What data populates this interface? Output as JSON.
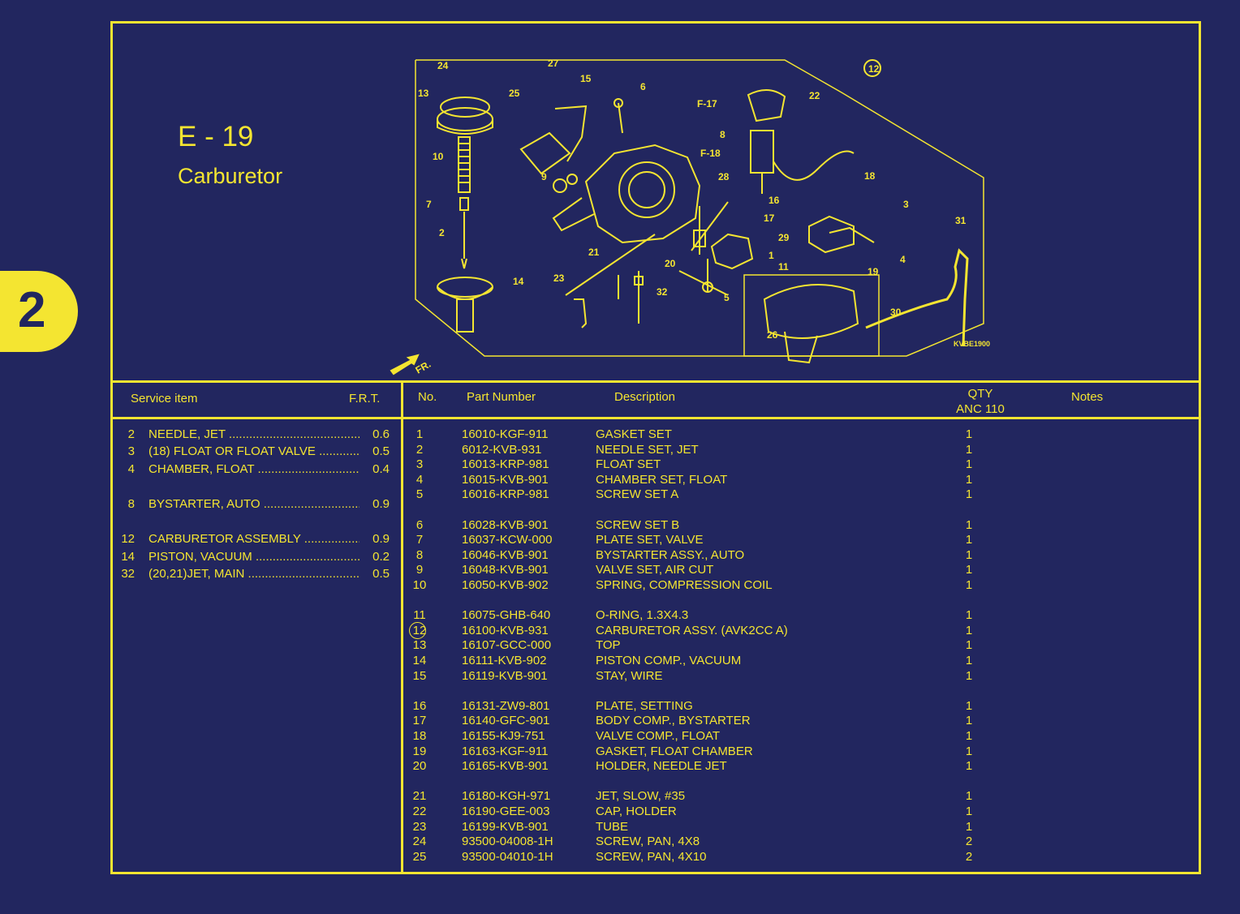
{
  "section_tab": "2",
  "header": {
    "code": "E - 19",
    "title": "Carburetor"
  },
  "diagram": {
    "callouts": [
      "1",
      "2",
      "3",
      "4",
      "5",
      "6",
      "7",
      "8",
      "9",
      "10",
      "11",
      "12",
      "13",
      "14",
      "15",
      "16",
      "17",
      "18",
      "19",
      "20",
      "21",
      "22",
      "23",
      "24",
      "25",
      "26",
      "27",
      "28",
      "29",
      "30",
      "31",
      "32",
      "F-17",
      "F-18",
      "FR."
    ],
    "ref_code": "KVBE1900"
  },
  "service_table": {
    "col_item": "Service item",
    "col_frt": "F.R.T.",
    "rows": [
      {
        "no": "2",
        "item": "NEEDLE, JET",
        "frt": "0.6"
      },
      {
        "no": "3",
        "item": "(18) FLOAT OR FLOAT VALVE",
        "frt": "0.5"
      },
      {
        "no": "4",
        "item": "CHAMBER, FLOAT",
        "frt": "0.4"
      },
      {
        "no": "8",
        "item": "BYSTARTER, AUTO",
        "frt": "0.9"
      },
      {
        "no": "12",
        "item": "CARBURETOR ASSEMBLY",
        "frt": "0.9"
      },
      {
        "no": "14",
        "item": "PISTON, VACUUM",
        "frt": "0.2"
      },
      {
        "no": "32",
        "item": "(20,21)JET, MAIN",
        "frt": "0.5"
      }
    ]
  },
  "parts_table": {
    "col_no": "No.",
    "col_part": "Part Number",
    "col_desc": "Description",
    "col_qty": "QTY",
    "col_model": "ANC 110",
    "col_notes": "Notes",
    "rows": [
      {
        "no": "1",
        "part": "16010-KGF-911",
        "desc": "GASKET SET",
        "qty": "1"
      },
      {
        "no": "2",
        "part": "6012-KVB-931",
        "desc": "NEEDLE SET, JET",
        "qty": "1"
      },
      {
        "no": "3",
        "part": "16013-KRP-981",
        "desc": "FLOAT SET",
        "qty": "1"
      },
      {
        "no": "4",
        "part": "16015-KVB-901",
        "desc": "CHAMBER SET, FLOAT",
        "qty": "1"
      },
      {
        "no": "5",
        "part": "16016-KRP-981",
        "desc": "SCREW SET A",
        "qty": "1"
      },
      {
        "no": "6",
        "part": "16028-KVB-901",
        "desc": "SCREW SET B",
        "qty": "1"
      },
      {
        "no": "7",
        "part": "16037-KCW-000",
        "desc": "PLATE SET, VALVE",
        "qty": "1"
      },
      {
        "no": "8",
        "part": "16046-KVB-901",
        "desc": "BYSTARTER ASSY., AUTO",
        "qty": "1"
      },
      {
        "no": "9",
        "part": "16048-KVB-901",
        "desc": "VALVE SET, AIR CUT",
        "qty": "1"
      },
      {
        "no": "10",
        "part": "16050-KVB-902",
        "desc": "SPRING, COMPRESSION COIL",
        "qty": "1"
      },
      {
        "no": "11",
        "part": "16075-GHB-640",
        "desc": "O-RING, 1.3X4.3",
        "qty": "1"
      },
      {
        "no": "12",
        "part": "16100-KVB-931",
        "desc": "CARBURETOR ASSY. (AVK2CC A)",
        "qty": "1"
      },
      {
        "no": "13",
        "part": "16107-GCC-000",
        "desc": "TOP",
        "qty": "1"
      },
      {
        "no": "14",
        "part": "16111-KVB-902",
        "desc": "PISTON COMP., VACUUM",
        "qty": "1"
      },
      {
        "no": "15",
        "part": "16119-KVB-901",
        "desc": "STAY, WIRE",
        "qty": "1"
      },
      {
        "no": "16",
        "part": "16131-ZW9-801",
        "desc": "PLATE, SETTING",
        "qty": "1"
      },
      {
        "no": "17",
        "part": "16140-GFC-901",
        "desc": "BODY COMP., BYSTARTER",
        "qty": "1"
      },
      {
        "no": "18",
        "part": "16155-KJ9-751",
        "desc": "VALVE COMP., FLOAT",
        "qty": "1"
      },
      {
        "no": "19",
        "part": "16163-KGF-911",
        "desc": "GASKET, FLOAT CHAMBER",
        "qty": "1"
      },
      {
        "no": "20",
        "part": "16165-KVB-901",
        "desc": "HOLDER, NEEDLE JET",
        "qty": "1"
      },
      {
        "no": "21",
        "part": "16180-KGH-971",
        "desc": "JET, SLOW, #35",
        "qty": "1"
      },
      {
        "no": "22",
        "part": "16190-GEE-003",
        "desc": "CAP, HOLDER",
        "qty": "1"
      },
      {
        "no": "23",
        "part": "16199-KVB-901",
        "desc": "TUBE",
        "qty": "1"
      },
      {
        "no": "24",
        "part": "93500-04008-1H",
        "desc": "SCREW, PAN, 4X8",
        "qty": "2"
      },
      {
        "no": "25",
        "part": "93500-04010-1H",
        "desc": "SCREW, PAN, 4X10",
        "qty": "2"
      }
    ]
  }
}
